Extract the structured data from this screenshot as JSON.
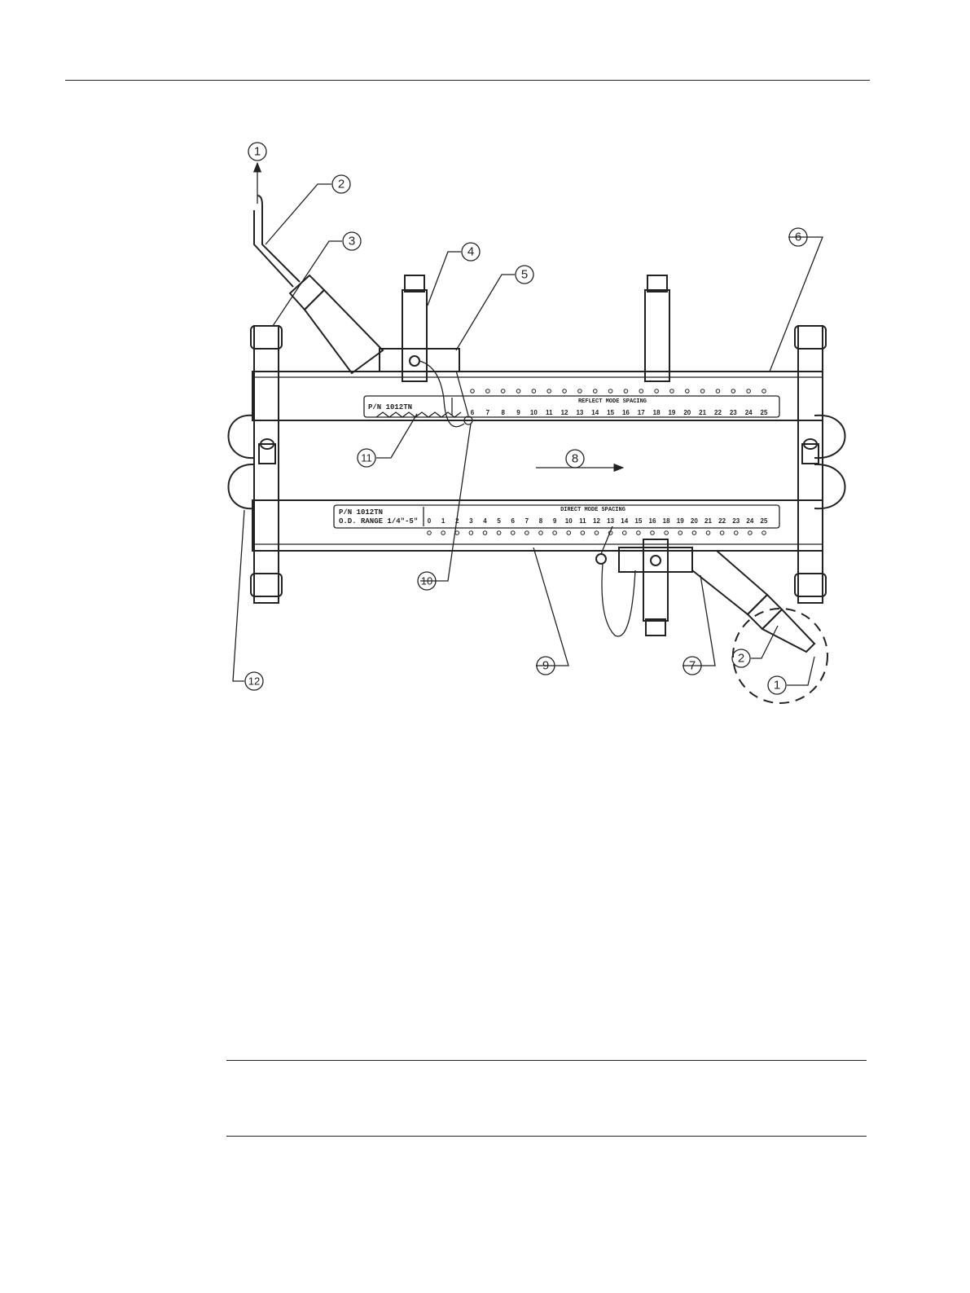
{
  "diagram": {
    "callouts": {
      "c1_top": "1",
      "c2_top": "2",
      "c3": "3",
      "c4": "4",
      "c5": "5",
      "c6": "6",
      "c7": "7",
      "c8": "8",
      "c9": "9",
      "c10": "10",
      "c11": "11",
      "c12": "12",
      "c2_bottom": "2",
      "c1_bottom": "1"
    },
    "upper_track": {
      "part_number": "P/N 1012TN",
      "scale_title": "REFLECT MODE SPACING",
      "ticks": [
        "6",
        "7",
        "8",
        "9",
        "10",
        "11",
        "12",
        "13",
        "14",
        "15",
        "16",
        "17",
        "18",
        "19",
        "20",
        "21",
        "22",
        "23",
        "24",
        "25"
      ]
    },
    "lower_track": {
      "part_number": "P/N 1012TN",
      "range": "O.D. RANGE 1/4\"-5\"",
      "scale_title": "DIRECT MODE SPACING",
      "ticks": [
        "0",
        "1",
        "2",
        "3",
        "4",
        "5",
        "6",
        "7",
        "8",
        "9",
        "10",
        "11",
        "12",
        "13",
        "14",
        "15",
        "16",
        "18",
        "19",
        "20",
        "21",
        "22",
        "23",
        "24",
        "25"
      ]
    }
  }
}
